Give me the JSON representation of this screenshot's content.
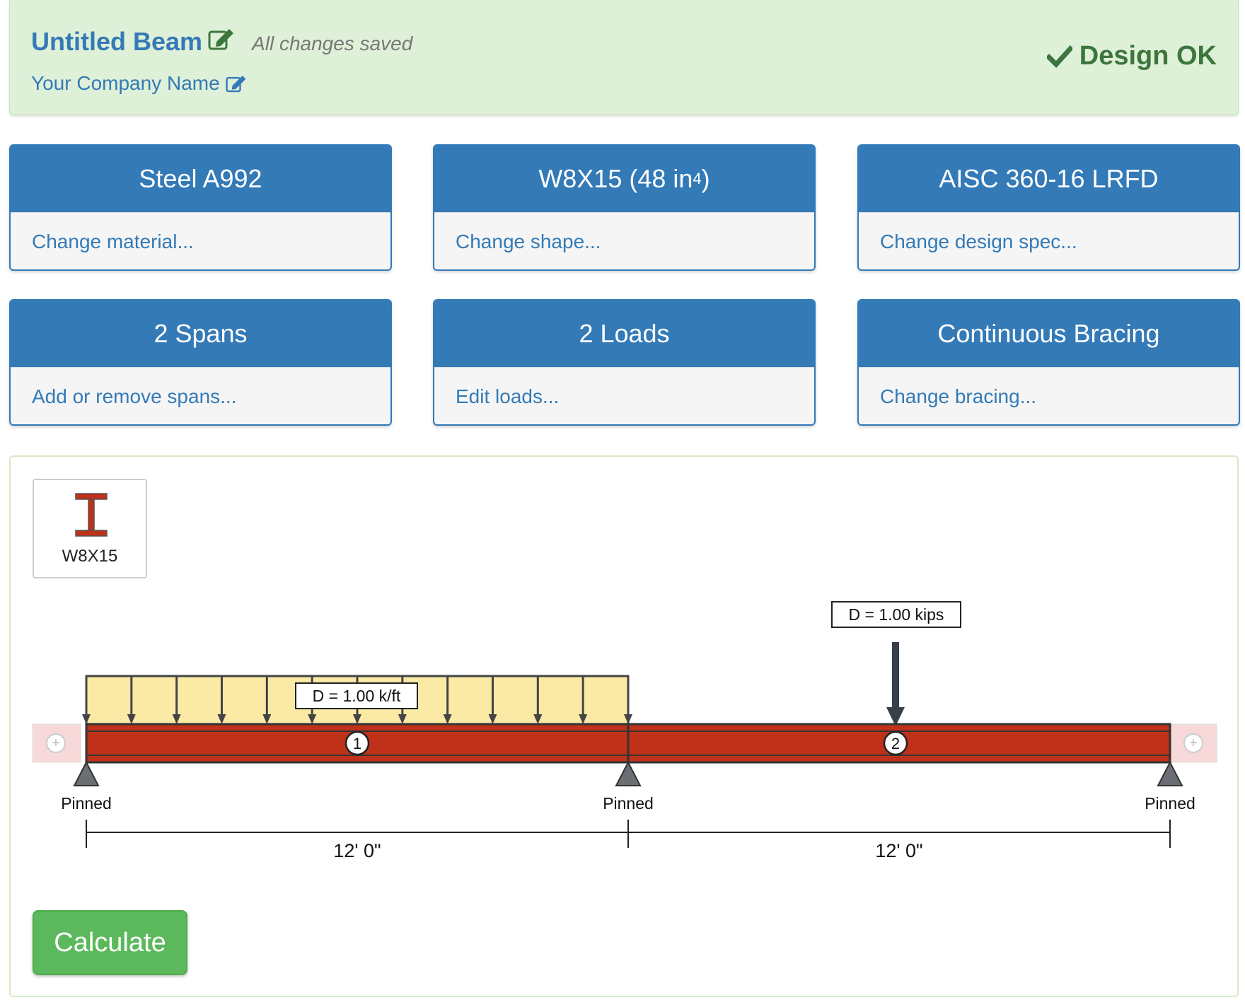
{
  "header": {
    "title": "Untitled Beam",
    "save_status": "All changes saved",
    "company": "Your Company Name",
    "design_status": "Design OK"
  },
  "cards": [
    {
      "title": "Steel A992",
      "link": "Change material..."
    },
    {
      "title": "W8X15 (48 in",
      "title_sup": "4",
      "title_end": ")",
      "link": "Change shape..."
    },
    {
      "title": "AISC 360-16 LRFD",
      "link": "Change design spec..."
    },
    {
      "title": "2 Spans",
      "link": "Add or remove spans..."
    },
    {
      "title": "2 Loads",
      "link": "Edit loads..."
    },
    {
      "title": "Continuous Bracing",
      "link": "Change bracing..."
    }
  ],
  "shape": {
    "name": "W8X15",
    "icon": "i-beam-icon"
  },
  "beam": {
    "supports": [
      {
        "type": "Pinned"
      },
      {
        "type": "Pinned"
      },
      {
        "type": "Pinned"
      }
    ],
    "spans": [
      {
        "number": "1",
        "length": "12' 0\""
      },
      {
        "number": "2",
        "length": "12' 0\""
      }
    ],
    "loads": [
      {
        "label": "D = 1.00 k/ft",
        "type": "distributed"
      },
      {
        "label": "D = 1.00 kips",
        "type": "point"
      }
    ]
  },
  "actions": {
    "calculate": "Calculate"
  },
  "colors": {
    "primary": "#337ab7",
    "success": "#5cb85c",
    "beam": "#c0311a",
    "load_fill": "#fbe9a6",
    "header_bg": "#dff0d8",
    "ok_text": "#3c763d"
  }
}
